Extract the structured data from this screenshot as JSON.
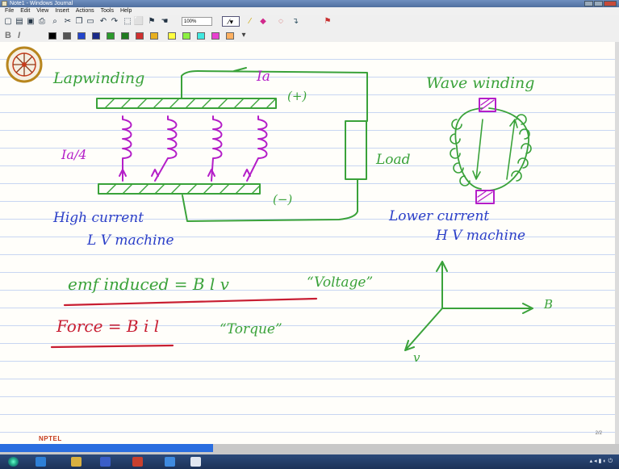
{
  "window": {
    "title": "Note1 - Windows Journal"
  },
  "menu": [
    "File",
    "Edit",
    "View",
    "Insert",
    "Actions",
    "Tools",
    "Help"
  ],
  "toolbar": {
    "zoom": "100%"
  },
  "format_bar": {
    "bold": "B",
    "italic": "I"
  },
  "note": {
    "lap_winding": "Lapwinding",
    "current_ia": "Ia",
    "plus": "(+)",
    "minus": "(−)",
    "ia_over_4": "Ia/4",
    "load": "Load",
    "high_current": "High current",
    "lv_machine": "L V machine",
    "wave_winding": "Wave winding",
    "lower_current": "Lower current",
    "hv_machine": "H V machine",
    "emf_induced": "emf induced = B l v",
    "voltage": "“Voltage”",
    "force": "Force = B i l",
    "torque": "“Torque”",
    "axis_b": "B",
    "axis_v": "v"
  },
  "page_number": "2/2",
  "logo_text": "NPTEL",
  "colors": {
    "green_ink": "#3aa23a",
    "magenta_ink": "#b41ec8",
    "blue_ink": "#2a3ec8",
    "red_ink": "#c81e32"
  },
  "icons": {
    "taskbar": [
      "start-orb-icon",
      "ie-icon",
      "explorer-icon",
      "media-icon",
      "word-icon",
      "browser-icon",
      "journal-icon"
    ]
  }
}
